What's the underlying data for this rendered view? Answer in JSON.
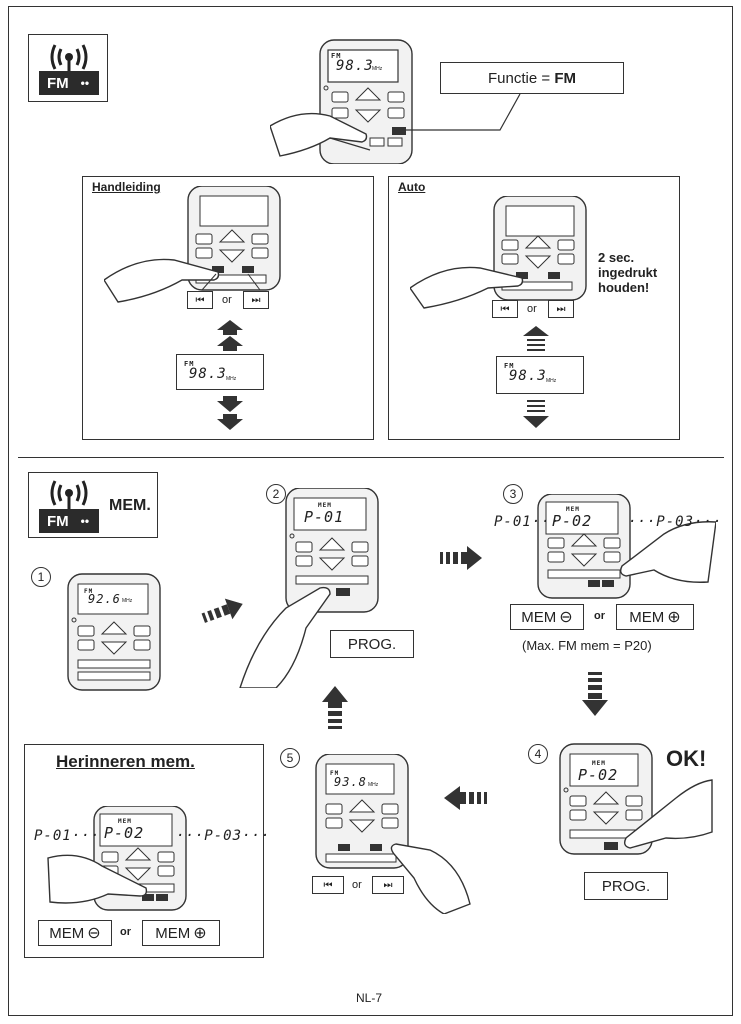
{
  "fm_icon_label": "FM",
  "top": {
    "lcd_fm": "FM",
    "lcd_freq": "98.3",
    "lcd_unit": "MHz",
    "function_prefix": "Functie = ",
    "function_value": "FM"
  },
  "manual": {
    "title": "Handleiding",
    "or": "or",
    "lcd_fm": "FM",
    "lcd_freq": "98.3",
    "lcd_unit": "MHz"
  },
  "auto": {
    "title": "Auto",
    "or": "or",
    "hold_text": "2 sec. ingedrukt houden!",
    "lcd_fm": "FM",
    "lcd_freq": "98.3",
    "lcd_unit": "MHz"
  },
  "mem": {
    "mem_label": "MEM.",
    "step1": {
      "num": "1",
      "lcd_fm": "FM",
      "lcd_freq": "92.6",
      "lcd_unit": "MHz"
    },
    "step2": {
      "num": "2",
      "lcd_mem": "MEM",
      "lcd_preset": "P-01",
      "prog": "PROG."
    },
    "step3": {
      "num": "3",
      "lcd_mem": "MEM",
      "lcd_preset": "P-02",
      "prev": "P-01···",
      "next": "···P-03···",
      "mem_minus": "MEM",
      "mem_plus": "MEM",
      "or": "or",
      "note": "(Max. FM mem = P20)"
    },
    "step4": {
      "num": "4",
      "lcd_mem": "MEM",
      "lcd_preset": "P-02",
      "ok": "OK!",
      "prog": "PROG."
    },
    "step5": {
      "num": "5",
      "lcd_fm": "FM",
      "lcd_freq": "93.8",
      "lcd_unit": "MHz",
      "or": "or"
    },
    "recall": {
      "title": "Herinneren mem.",
      "lcd_mem": "MEM",
      "lcd_preset": "P-02",
      "prev": "P-01···",
      "next": "···P-03···",
      "mem_minus": "MEM",
      "mem_plus": "MEM",
      "or": "or"
    }
  },
  "footer": {
    "page": "NL-7"
  }
}
